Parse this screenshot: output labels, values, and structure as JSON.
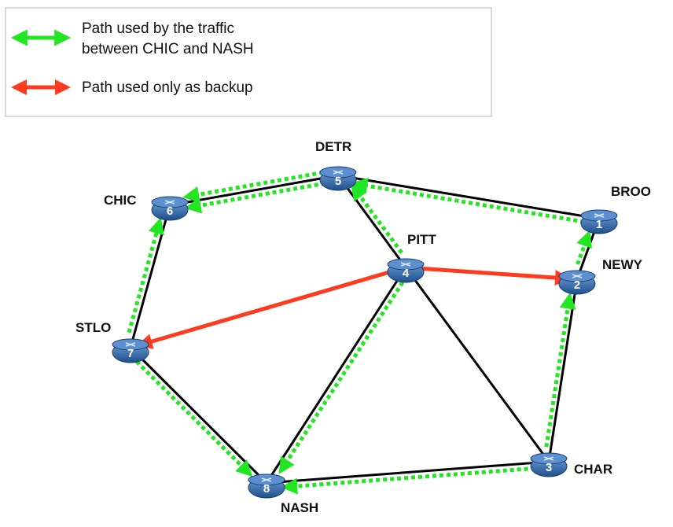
{
  "legend": {
    "items": [
      {
        "color": "#22e622",
        "lines": [
          "Path used by the traffic",
          "between CHIC and NASH"
        ]
      },
      {
        "color": "#ff3b1f",
        "lines": [
          "Path used only as backup"
        ]
      }
    ]
  },
  "colors": {
    "link": "#000000",
    "primary_path": "#22e622",
    "backup_path": "#ff3b1f",
    "router": "#2b5f9e"
  },
  "nodes": [
    {
      "id": "BROO",
      "label": "BROO",
      "number": "1"
    },
    {
      "id": "NEWY",
      "label": "NEWY",
      "number": "2"
    },
    {
      "id": "CHAR",
      "label": "CHAR",
      "number": "3"
    },
    {
      "id": "PITT",
      "label": "PITT",
      "number": "4"
    },
    {
      "id": "DETR",
      "label": "DETR",
      "number": "5"
    },
    {
      "id": "CHIC",
      "label": "CHIC",
      "number": "6"
    },
    {
      "id": "STLO",
      "label": "STLO",
      "number": "7"
    },
    {
      "id": "NASH",
      "label": "NASH",
      "number": "8"
    }
  ],
  "links": [
    [
      "DETR",
      "CHIC"
    ],
    [
      "DETR",
      "BROO"
    ],
    [
      "DETR",
      "PITT"
    ],
    [
      "CHIC",
      "STLO"
    ],
    [
      "BROO",
      "NEWY"
    ],
    [
      "PITT",
      "NEWY"
    ],
    [
      "PITT",
      "STLO"
    ],
    [
      "PITT",
      "NASH"
    ],
    [
      "PITT",
      "CHAR"
    ],
    [
      "NEWY",
      "CHAR"
    ],
    [
      "STLO",
      "NASH"
    ],
    [
      "CHAR",
      "NASH"
    ]
  ],
  "primary_paths": [
    [
      "DETR",
      "CHIC"
    ],
    [
      "DETR",
      "CHIC"
    ],
    [
      "BROO",
      "DETR"
    ],
    [
      "PITT",
      "DETR"
    ],
    [
      "NEWY",
      "BROO"
    ],
    [
      "CHAR",
      "NEWY"
    ],
    [
      "CHAR",
      "NASH"
    ],
    [
      "PITT",
      "NASH"
    ],
    [
      "STLO",
      "CHIC"
    ],
    [
      "STLO",
      "NASH"
    ]
  ],
  "backup_paths": [
    [
      "PITT",
      "NEWY"
    ],
    [
      "PITT",
      "STLO"
    ]
  ]
}
